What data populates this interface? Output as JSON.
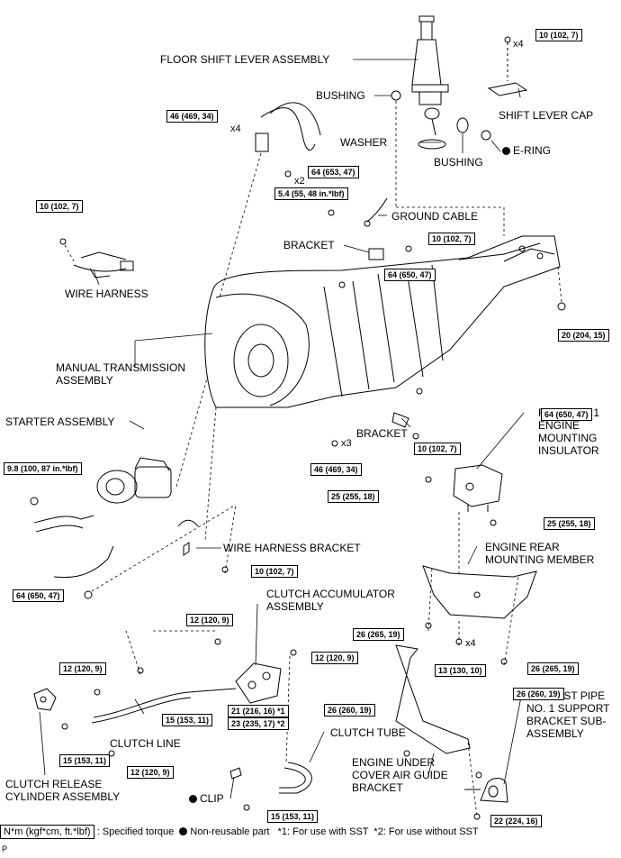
{
  "labels": {
    "floor_shift_lever": "FLOOR SHIFT LEVER ASSEMBLY",
    "bushing_top": "BUSHING",
    "shift_lever_cap": "SHIFT LEVER CAP",
    "washer": "WASHER",
    "e_ring": "E-RING",
    "bushing_right": "BUSHING",
    "ground_cable": "GROUND CABLE",
    "bracket_upper": "BRACKET",
    "wire_harness": "WIRE HARNESS",
    "manual_transmission": "MANUAL TRANSMISSION ASSEMBLY",
    "starter_assembly": "STARTER ASSEMBLY",
    "bracket_lower": "BRACKET",
    "rear_mount_insulator": "REAR NO. 1 ENGINE MOUNTING INSULATOR",
    "wire_harness_bracket": "WIRE HARNESS BRACKET",
    "engine_rear_mounting_member": "ENGINE REAR MOUNTING MEMBER",
    "clutch_accumulator": "CLUTCH ACCUMULATOR ASSEMBLY",
    "clutch_line": "CLUTCH LINE",
    "clutch_release_cylinder": "CLUTCH RELEASE CYLINDER ASSEMBLY",
    "clip": "CLIP",
    "clutch_tube": "CLUTCH TUBE",
    "engine_under_cover": "ENGINE UNDER COVER AIR GUIDE BRACKET",
    "exhaust_pipe_bracket": "EXHAUST PIPE NO. 1 SUPPORT BRACKET SUB-ASSEMBLY"
  },
  "torques": {
    "t_10_shiftcap": "10 (102, 7)",
    "t_46_upper": "46 (469, 34)",
    "t_64_653": "64 (653, 47)",
    "t_5_4": "5.4 (55, 48 in.*lbf)",
    "t_10_wire": "10 (102, 7)",
    "t_10_bracket_upper": "10 (102, 7)",
    "t_64_650_upper": "64 (650, 47)",
    "t_20": "20 (204, 15)",
    "t_64_650_right": "64 (650, 47)",
    "t_10_bracket_lower": "10 (102, 7)",
    "t_46_lower": "46 (469, 34)",
    "t_9_8": "9.8 (100, 87 in.*lbf)",
    "t_25_left": "25 (255, 18)",
    "t_25_right": "25 (255, 18)",
    "t_10_wh_bracket": "10 (102, 7)",
    "t_64_650_left": "64 (650, 47)",
    "t_12_top": "12 (120, 9)",
    "t_12_accum": "12 (120, 9)",
    "t_12_left": "12 (120, 9)",
    "t_26_265_left": "26 (265, 19)",
    "t_13": "13 (130, 10)",
    "t_26_265_right": "26 (265, 19)",
    "t_15_mid": "15 (153, 11)",
    "t_21": "21 (216, 16) *1",
    "t_23": "23 (235, 17) *2",
    "t_26_260_left": "26 (260, 19)",
    "t_26_260_right": "26 (260, 19)",
    "t_15_left": "15 (153, 11)",
    "t_12_bottom": "12 (120, 9)",
    "t_15_bottom": "15 (153, 11)",
    "t_22": "22 (224, 16)"
  },
  "multipliers": {
    "x4_cap": "x4",
    "x4_top": "x4",
    "x2": "x2",
    "x3": "x3",
    "x4_member": "x4"
  },
  "legend": {
    "torque_unit": "N*m (kgf*cm, ft.*lbf)",
    "torque_desc": ": Specified torque",
    "non_reusable": "Non-reusable part",
    "note1": "*1: For use with SST",
    "note2": "*2: For use without SST"
  },
  "footer_mark": "P"
}
